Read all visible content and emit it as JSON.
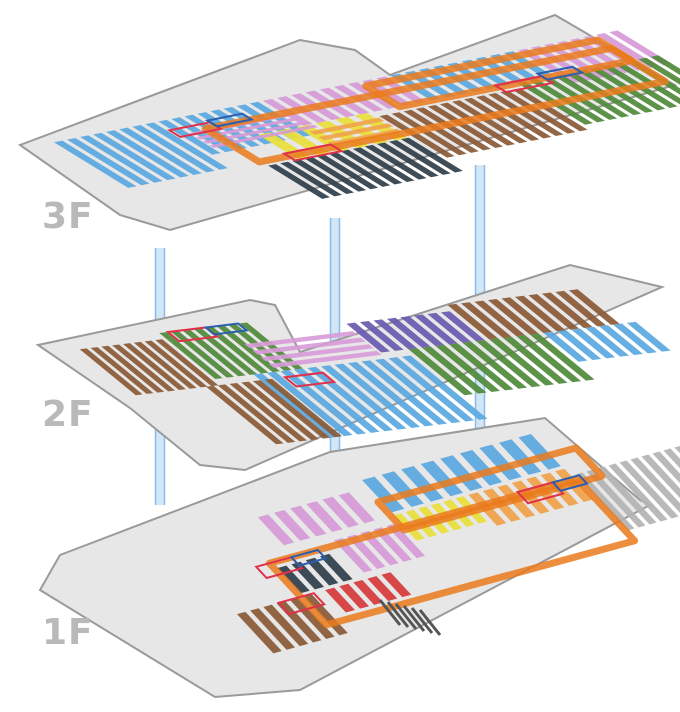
{
  "floors": [
    {
      "id": "3F",
      "label": "3F"
    },
    {
      "id": "2F",
      "label": "2F"
    },
    {
      "id": "1F",
      "label": "1F"
    }
  ],
  "colors": {
    "floor_plate": "#e7e7e7",
    "floor_edge": "#9a9a9a",
    "route": "#ea7a1c",
    "lift_shaft": "#7fb6e6",
    "zone_red": "#e0304a",
    "zone_blue": "#2a5fb0",
    "rack_brown": "#8a5a36",
    "rack_green": "#4f8a3a",
    "rack_dark": "#2f3e4a",
    "rack_blue": "#5aa8e0",
    "rack_pink": "#d79ad8",
    "rack_yellow": "#e9df3a",
    "rack_purple": "#6a5ab0",
    "rack_red": "#d63a3a",
    "rack_orange": "#f0a24a",
    "rack_grey": "#b3b3b3"
  }
}
